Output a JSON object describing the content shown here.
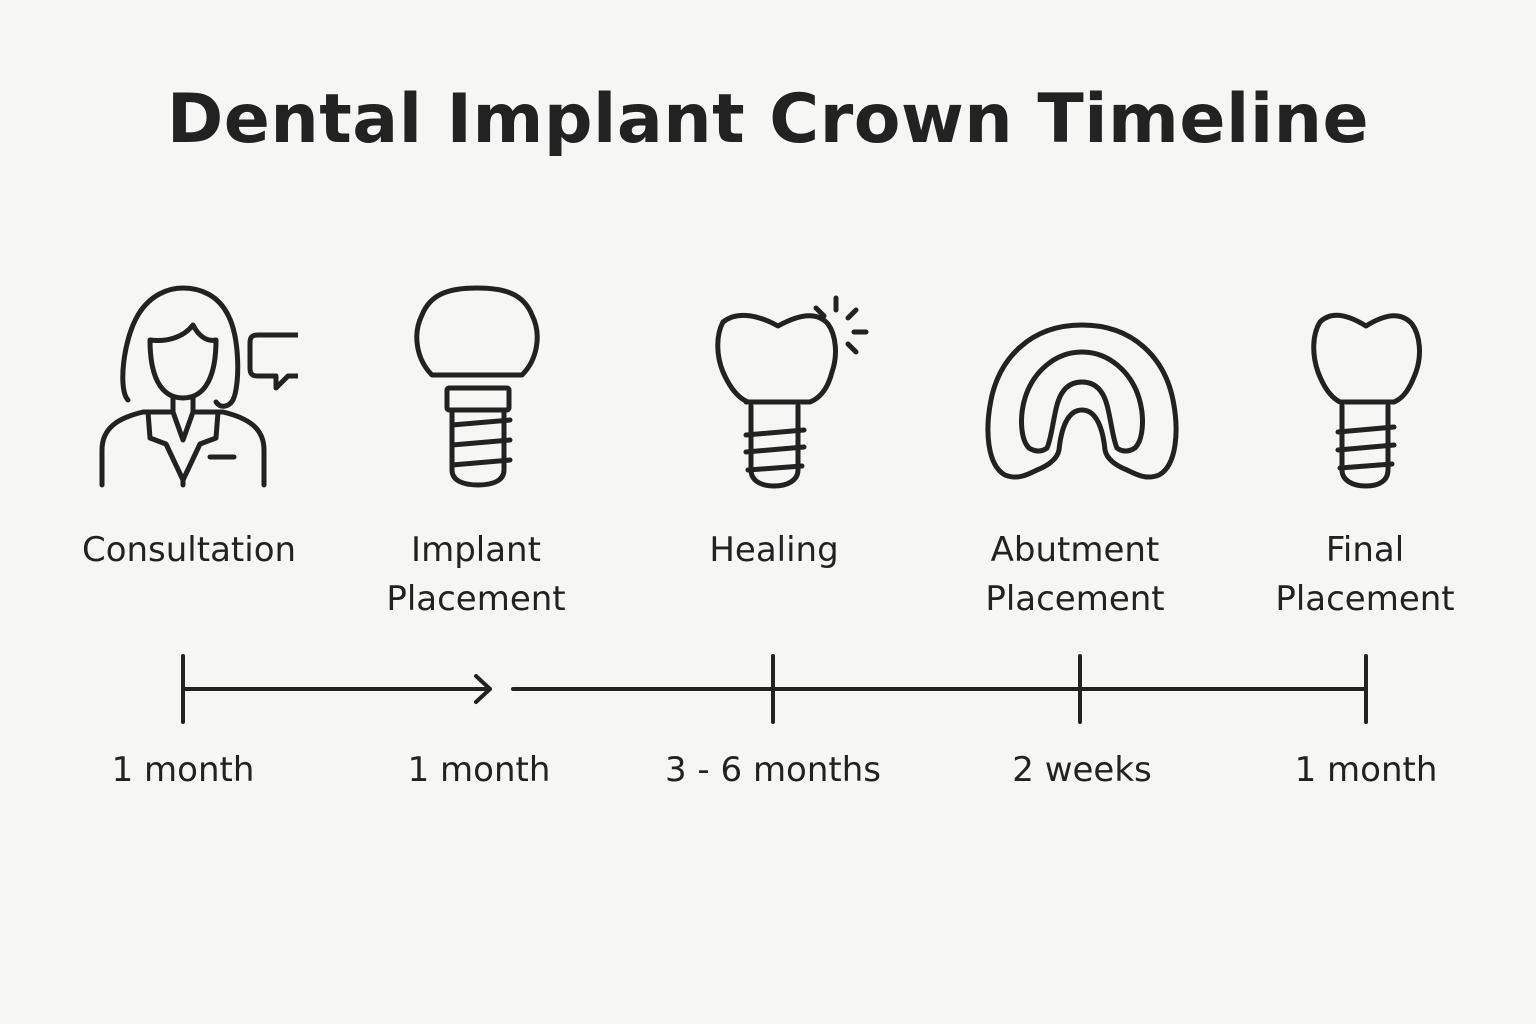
{
  "title": "Dental Implant Crown Timeline",
  "steps": [
    {
      "label": "Consultation",
      "duration": "1 month",
      "icon": "doctor-icon"
    },
    {
      "label": "Implant Placement",
      "duration": "1 month",
      "icon": "implant-crown-icon"
    },
    {
      "label": "Healing",
      "duration": "3 - 6 months",
      "icon": "healing-tooth-icon"
    },
    {
      "label": "Abutment Placement",
      "duration": "2 weeks",
      "icon": "abutment-arch-icon"
    },
    {
      "label": "Final Placement",
      "duration": "1 month",
      "icon": "final-tooth-icon"
    }
  ],
  "colors": {
    "ink": "#222222",
    "background": "#f6f6f5"
  }
}
